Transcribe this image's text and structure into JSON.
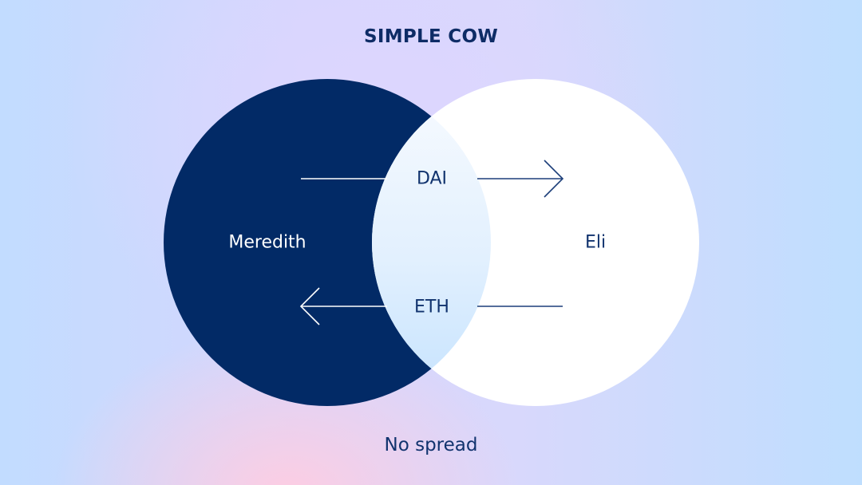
{
  "title": "SIMPLE COW",
  "caption": "No spread",
  "colors": {
    "dark_circle": "#022a66",
    "light_circle": "#ffffff",
    "overlap_top": "#f6faff",
    "overlap_bottom": "#c4e2fe",
    "text_dark": "#11336e"
  },
  "participants": {
    "left": {
      "name": "Meredith"
    },
    "right": {
      "name": "Eli"
    }
  },
  "flows": [
    {
      "token": "DAI",
      "direction": "Meredith → Eli",
      "arrow": "right-arrow"
    },
    {
      "token": "ETH",
      "direction": "Eli → Meredith",
      "arrow": "left-arrow"
    }
  ]
}
